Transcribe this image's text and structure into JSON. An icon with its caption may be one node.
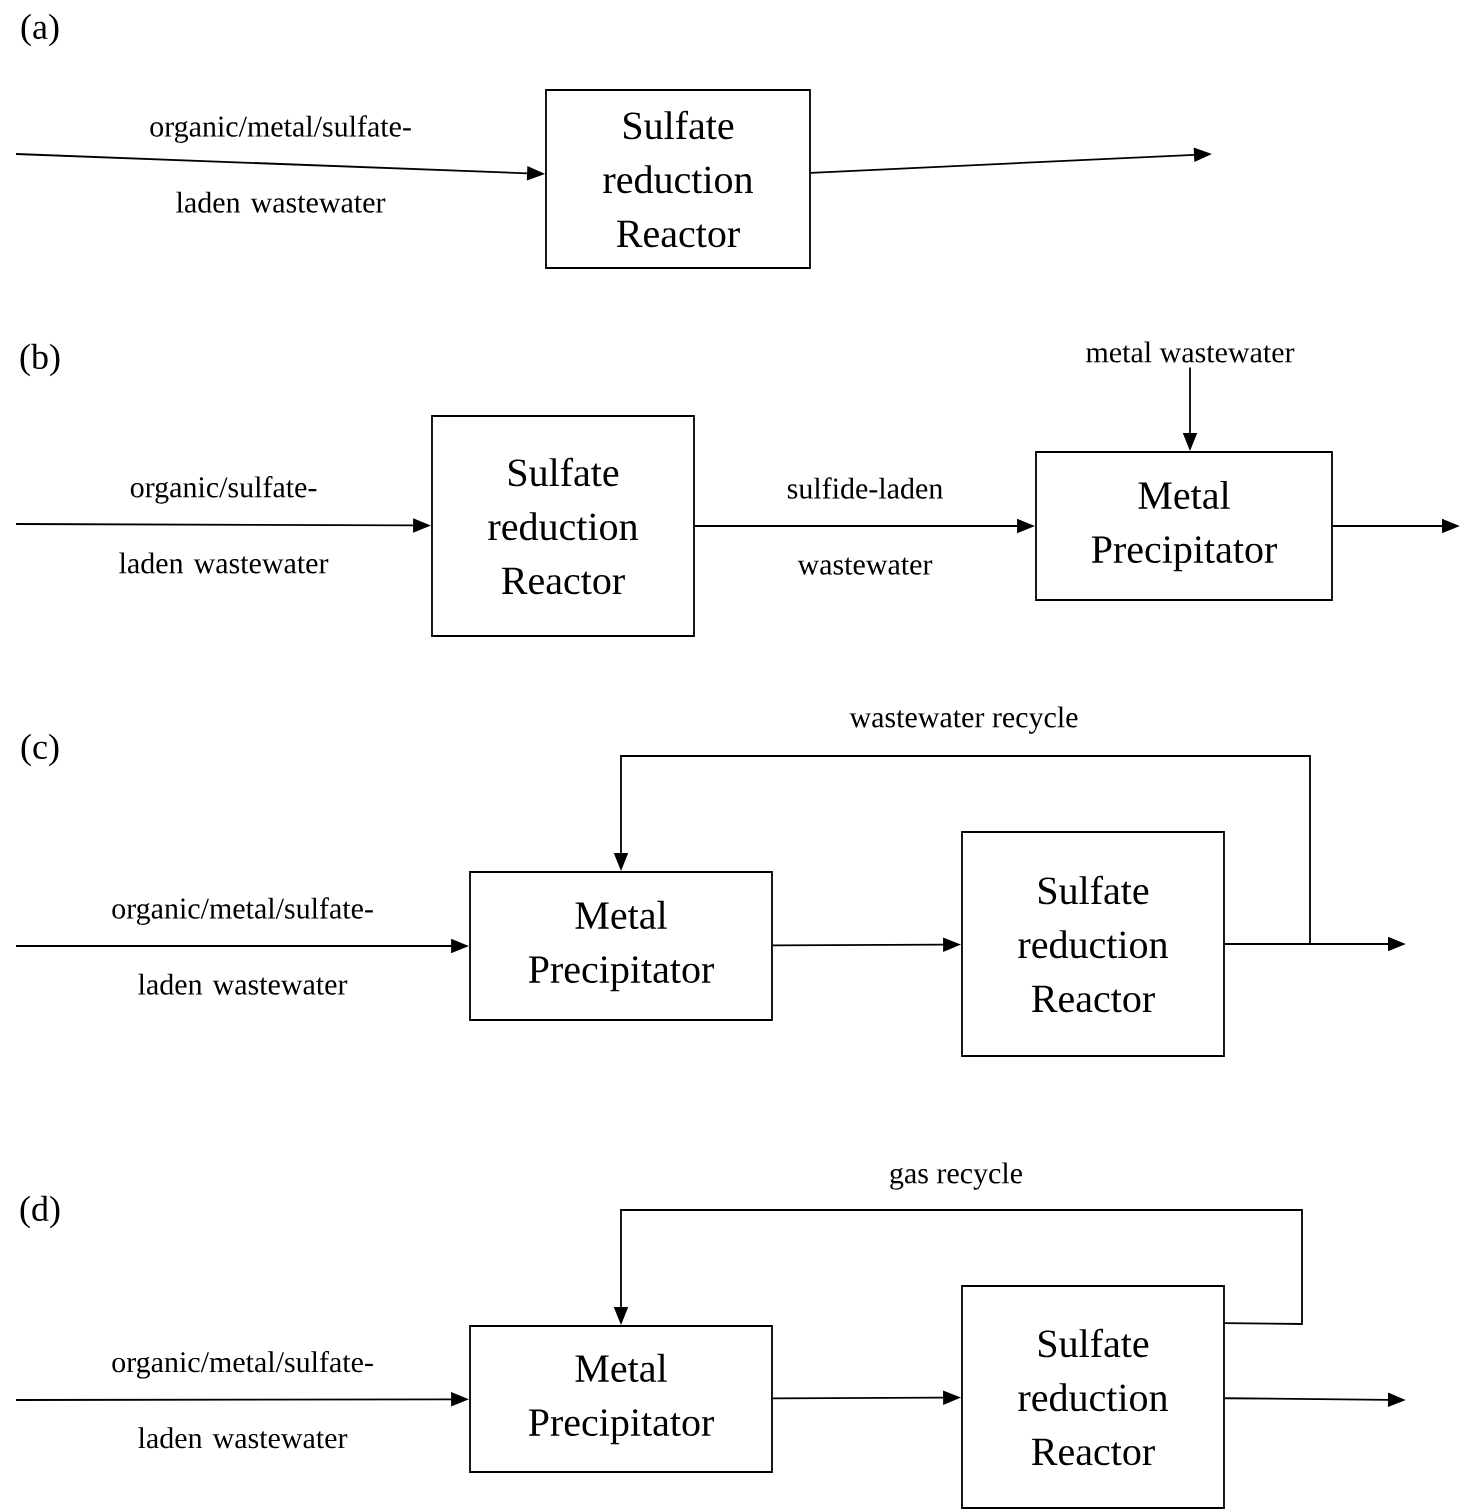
{
  "diagram": {
    "nodes": [
      {
        "text": [
          "Sulfate reduction Reactor"
        ]
      },
      {
        "text": [
          "Sulfate reduction Reactor"
        ]
      },
      {
        "text": [
          "metal wastewater"
        ]
      },
      {
        "text": [
          "Metal Precipitator"
        ]
      },
      {
        "text": [
          "Metal Precipitator"
        ]
      },
      {
        "text": [
          "Sulfate reduction Reactor"
        ]
      },
      {
        "text": [
          "Metal Precipitator"
        ]
      },
      {
        "text": [
          "Sulfate reduction Reactor"
        ]
      }
    ],
    "edges": [
      {
        "from": null,
        "to": 0,
        "arrow": "to",
        "label": "organic/metal/sulfate- laden wastewater"
      },
      {
        "from": 0,
        "to": null,
        "arrow": "to"
      },
      {
        "from": null,
        "to": 1,
        "arrow": "to",
        "label": "organic/sulfate- laden wastewater"
      },
      {
        "from": 1,
        "to": 3,
        "arrow": "to",
        "label": "sulfide-laden wastewater"
      },
      {
        "from": 2,
        "to": 3,
        "arrow": "to"
      },
      {
        "from": 3,
        "to": null,
        "arrow": "to"
      },
      {
        "from": null,
        "to": 4,
        "arrow": "to",
        "label": "organic/metal/sulfate- laden wastewater"
      },
      {
        "from": 4,
        "to": 5,
        "arrow": "to"
      },
      {
        "from": 5,
        "to": null,
        "arrow": "to"
      },
      {
        "from": 5,
        "to": 4,
        "arrow": "to",
        "label": "wastewater recycle"
      },
      {
        "from": null,
        "to": 6,
        "arrow": "to",
        "label": "organic/metal/sulfate- laden wastewater"
      },
      {
        "from": 6,
        "to": 7,
        "arrow": "to"
      },
      {
        "from": 7,
        "to": null,
        "arrow": "to"
      },
      {
        "from": 7,
        "to": 6,
        "arrow": "to",
        "label": "gas recycle"
      }
    ],
    "labels": [
      "(a)",
      "(b)",
      "(c)",
      "(d)"
    ]
  }
}
